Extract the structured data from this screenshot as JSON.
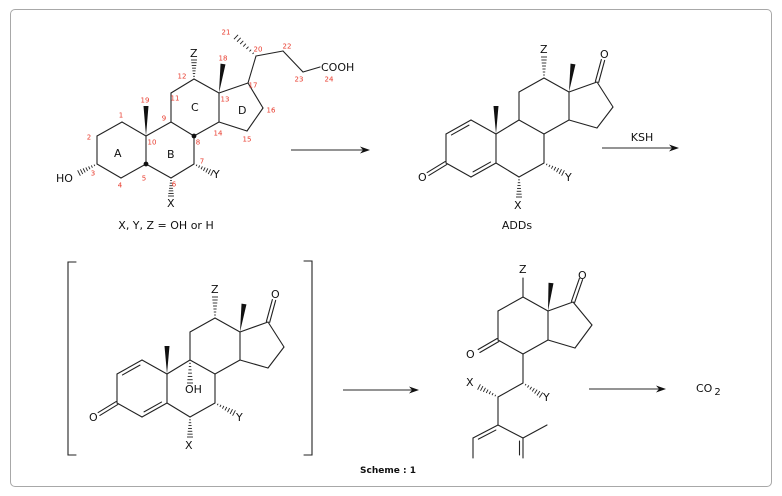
{
  "s1": {
    "labels": {
      "ho": "HO",
      "x": "X",
      "y": "Y",
      "z": "Z",
      "cooh": "COOH"
    },
    "numbers": [
      "1",
      "2",
      "3",
      "4",
      "5",
      "6",
      "7",
      "8",
      "9",
      "10",
      "11",
      "12",
      "13",
      "14",
      "15",
      "16",
      "17",
      "18",
      "19",
      "20",
      "21",
      "22",
      "23",
      "24"
    ],
    "rings": [
      "A",
      "B",
      "C",
      "D"
    ],
    "caption": "X,  Y,  Z = OH  or H"
  },
  "s2": {
    "o3": "O",
    "o17": "O",
    "x": "X",
    "y": "Y",
    "z": "Z",
    "caption": "ADDs"
  },
  "arrow_ksh": {
    "label": "KSH"
  },
  "s3": {
    "o3": "O",
    "o17": "O",
    "x": "X",
    "y": "Y",
    "z": "Z",
    "oh": "OH"
  },
  "s4": {
    "o9": "O",
    "o17": "O",
    "x": "X",
    "y": "Y",
    "z": "Z"
  },
  "product": {
    "formula": "CO",
    "subscript": "2"
  },
  "figure": {
    "caption": "Scheme : 1"
  },
  "colors": {
    "locant": "#e8392b",
    "bond": "#222222",
    "border": "#a8a8a8"
  }
}
